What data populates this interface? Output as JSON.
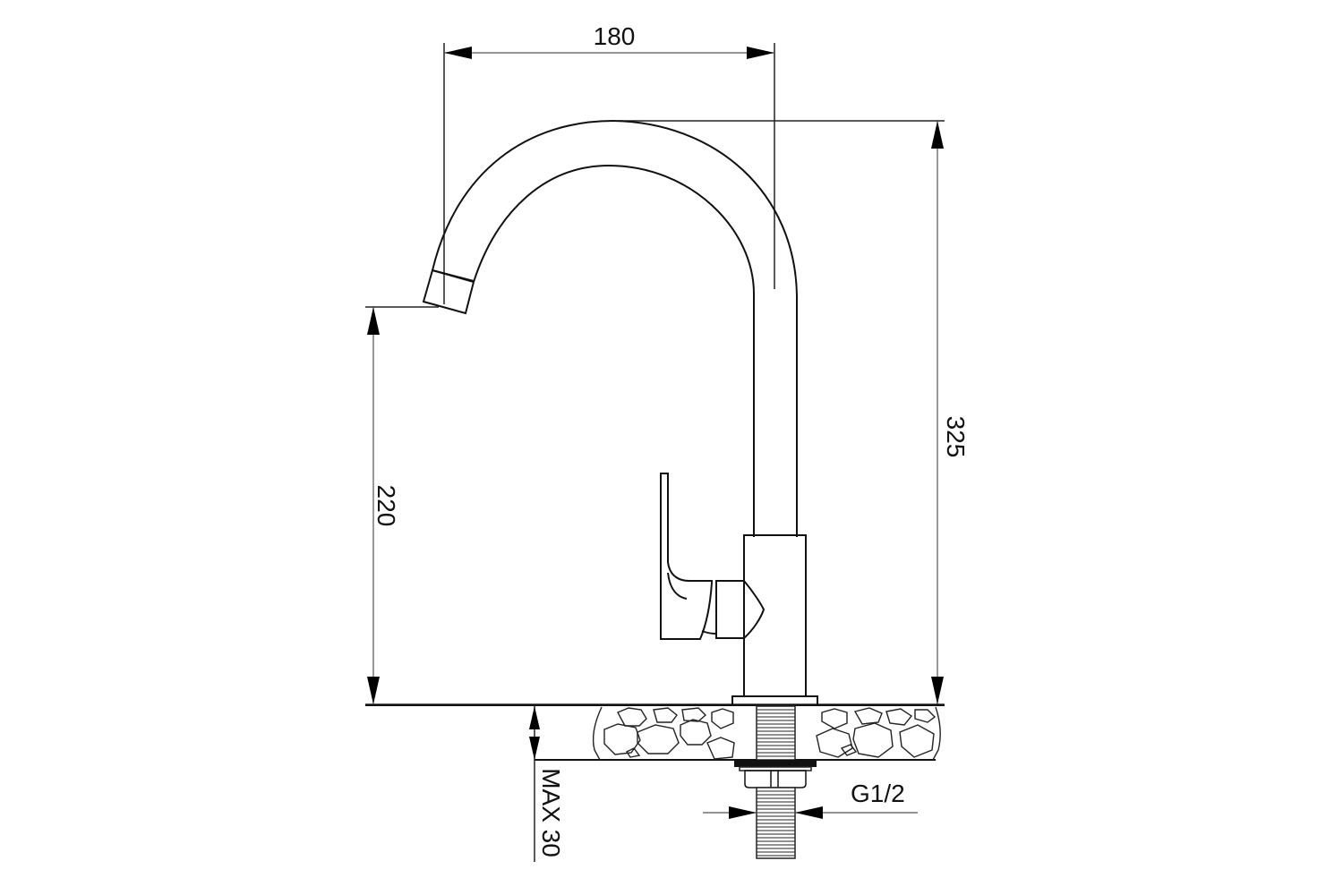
{
  "drawing": {
    "subject": "kitchen faucet side elevation",
    "background": "#ffffff",
    "line_color": "#111111"
  },
  "dimensions": {
    "spout_reach": {
      "label": "180",
      "orientation": "horizontal"
    },
    "total_height": {
      "label": "325",
      "orientation": "vertical"
    },
    "spout_height": {
      "label": "220",
      "orientation": "vertical"
    },
    "max_countertop": {
      "label": "MAX 30",
      "orientation": "vertical"
    },
    "connection_thread": {
      "label": "G1/2",
      "orientation": "horizontal"
    }
  }
}
